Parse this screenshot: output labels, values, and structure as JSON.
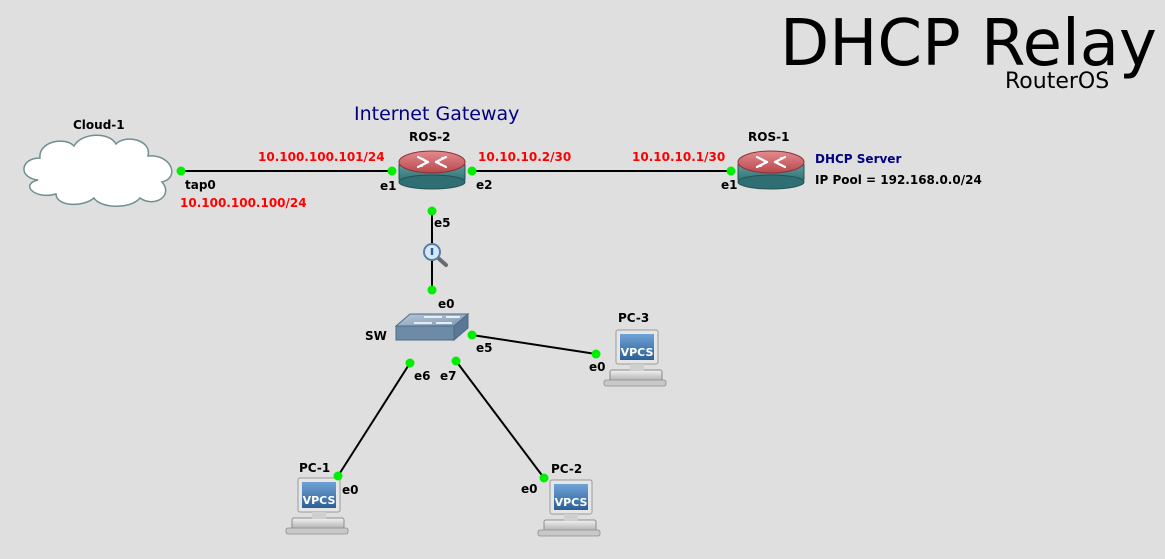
{
  "title": "DHCP Relay",
  "subtitle": "RouterOS",
  "caption_gateway": "Internet Gateway",
  "colors": {
    "background": "#dfdfdf",
    "link": "#000000",
    "port_dot": "#00ee00",
    "ip_text": "#ff0000",
    "annotation_blue": "#000080"
  },
  "nodes": {
    "cloud": {
      "label": "Cloud-1",
      "icon": "cloud-icon"
    },
    "ros2": {
      "label": "ROS-2",
      "icon": "router-icon"
    },
    "ros1": {
      "label": "ROS-1",
      "icon": "router-icon"
    },
    "sw": {
      "label": "SW",
      "icon": "switch-icon"
    },
    "pc1": {
      "label": "PC-1",
      "icon": "vpcs-icon",
      "screen_text": "VPCS"
    },
    "pc2": {
      "label": "PC-2",
      "icon": "vpcs-icon",
      "screen_text": "VPCS"
    },
    "pc3": {
      "label": "PC-3",
      "icon": "vpcs-icon",
      "screen_text": "VPCS"
    },
    "capture": {
      "icon": "packet-capture-icon"
    }
  },
  "ports": {
    "cloud_tap0": "tap0",
    "ros2_e1": "e1",
    "ros2_e2": "e2",
    "ros2_e5": "e5",
    "ros1_e1": "e1",
    "sw_e0": "e0",
    "sw_e5": "e5",
    "sw_e6": "e6",
    "sw_e7": "e7",
    "pc1_e0": "e0",
    "pc2_e0": "e0",
    "pc3_e0": "e0"
  },
  "ips": {
    "cloud_tap0": "10.100.100.100/24",
    "ros2_e1": "10.100.100.101/24",
    "ros2_e2": "10.10.10.2/30",
    "ros1_e1": "10.10.10.1/30"
  },
  "annotations": {
    "dhcp_server": "DHCP Server",
    "ip_pool": "IP Pool = 192.168.0.0/24"
  }
}
